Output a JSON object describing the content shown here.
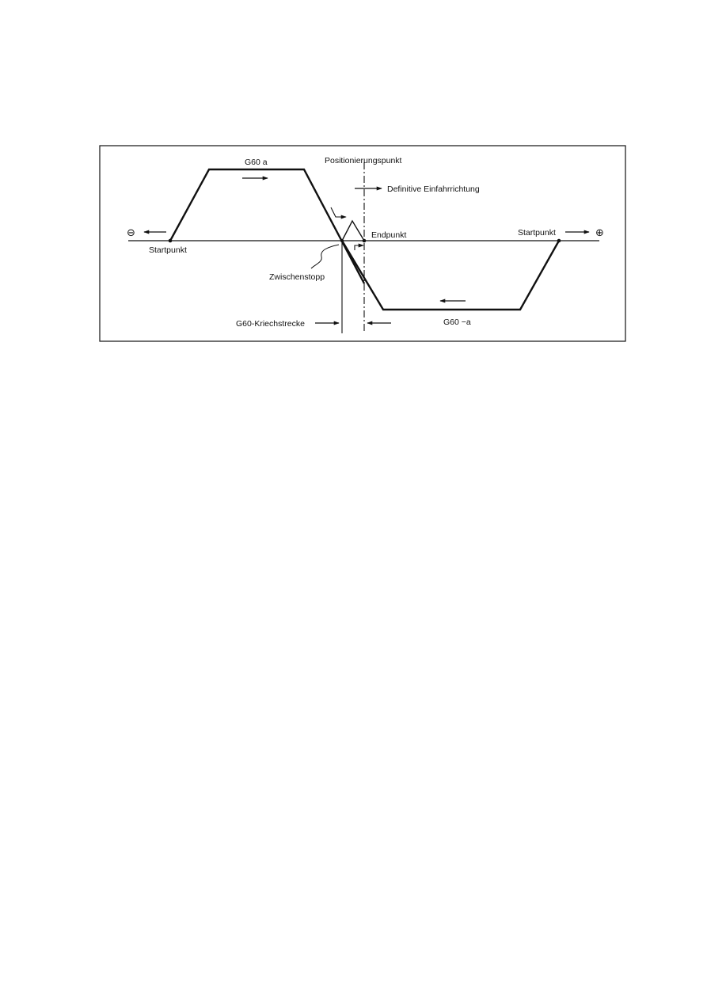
{
  "diagram": {
    "labels": {
      "g60_a": "G60 a",
      "g60_minus_a": "G60 −a",
      "positionierungspunkt": "Positionierungspunkt",
      "definitive_einfahrrichtung": "Definitive Einfahrrichtung",
      "endpunkt": "Endpunkt",
      "startpunkt_left": "Startpunkt",
      "startpunkt_right": "Startpunkt",
      "zwischenstopp": "Zwischenstopp",
      "kriechstrecke": "G60-Kriechstrecke",
      "minus_symbol": "⊖",
      "plus_symbol": "⊕"
    },
    "colors": {
      "line": "#111111",
      "background": "#ffffff"
    },
    "icons": [
      "arrow-left-icon",
      "arrow-right-icon",
      "minus-circle-icon",
      "plus-circle-icon"
    ]
  }
}
